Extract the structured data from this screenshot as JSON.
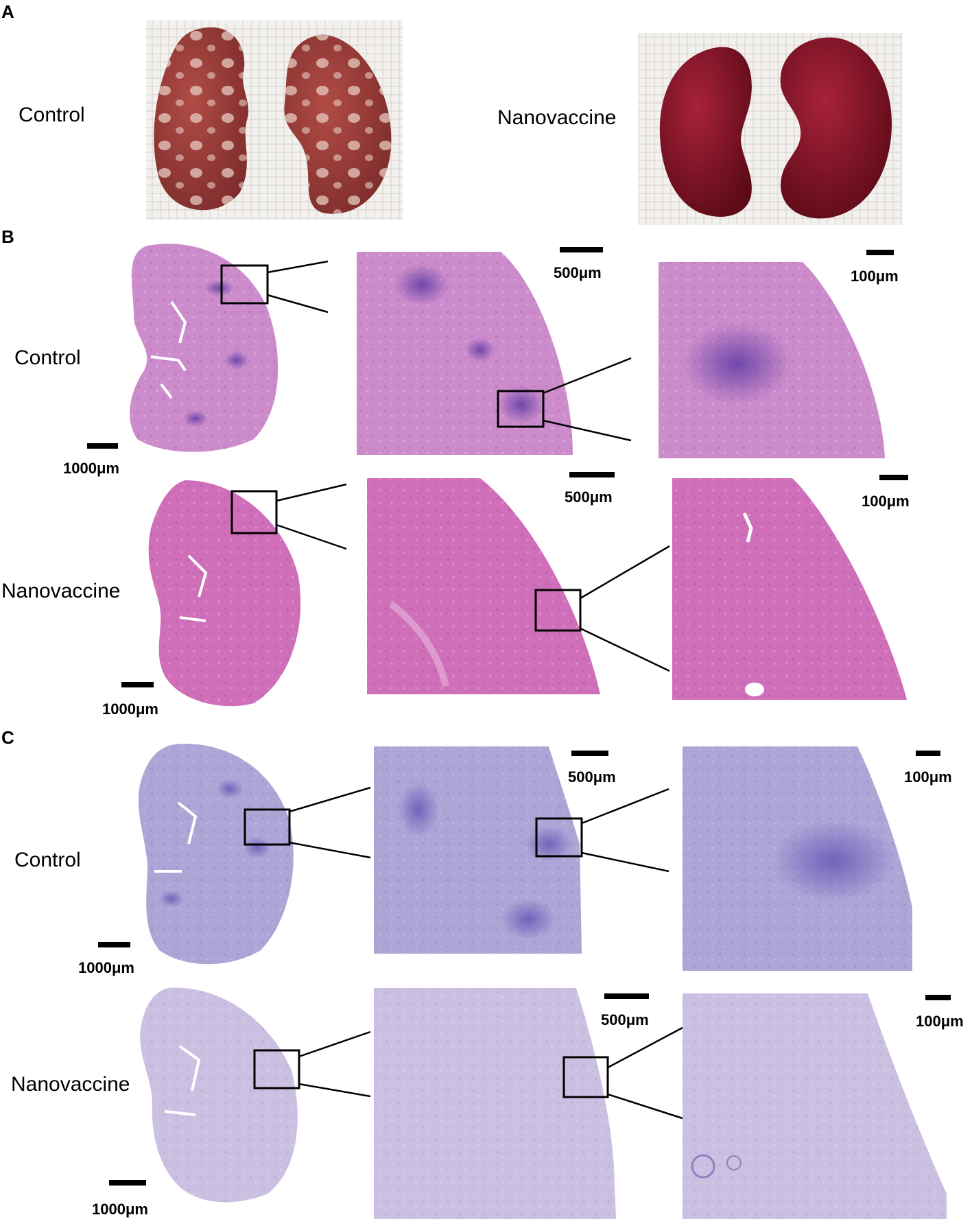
{
  "panels": {
    "A": {
      "letter": "A",
      "control_label": "Control",
      "nanovaccine_label": "Nanovaccine"
    },
    "B": {
      "letter": "B",
      "control_label": "Control",
      "nanovaccine_label": "Nanovaccine",
      "scales": {
        "control_overview": "1000μm",
        "control_zoom1": "500μm",
        "control_zoom2": "100μm",
        "nano_overview": "1000μm",
        "nano_zoom1": "500μm",
        "nano_zoom2": "100μm"
      }
    },
    "C": {
      "letter": "C",
      "control_label": "Control",
      "nanovaccine_label": "Nanovaccine",
      "scales": {
        "control_overview": "1000μm",
        "control_zoom1": "500μm",
        "control_zoom2": "100μm",
        "nano_overview": "1000μm",
        "nano_zoom1": "500μm",
        "nano_zoom2": "100μm"
      }
    }
  },
  "colors": {
    "kidney_control": "#9a3c3a",
    "kidney_lesion": "#e8c9bf",
    "kidney_nanovaccine": "#8a1424",
    "he_control": "#c98fcc",
    "he_nanovaccine": "#cf6fb8",
    "pas_control": "#aaa3d4",
    "pas_nanovaccine": "#c9bde0",
    "infiltrate_he": "#7a55b0",
    "infiltrate_pas": "#7f6cbf"
  }
}
